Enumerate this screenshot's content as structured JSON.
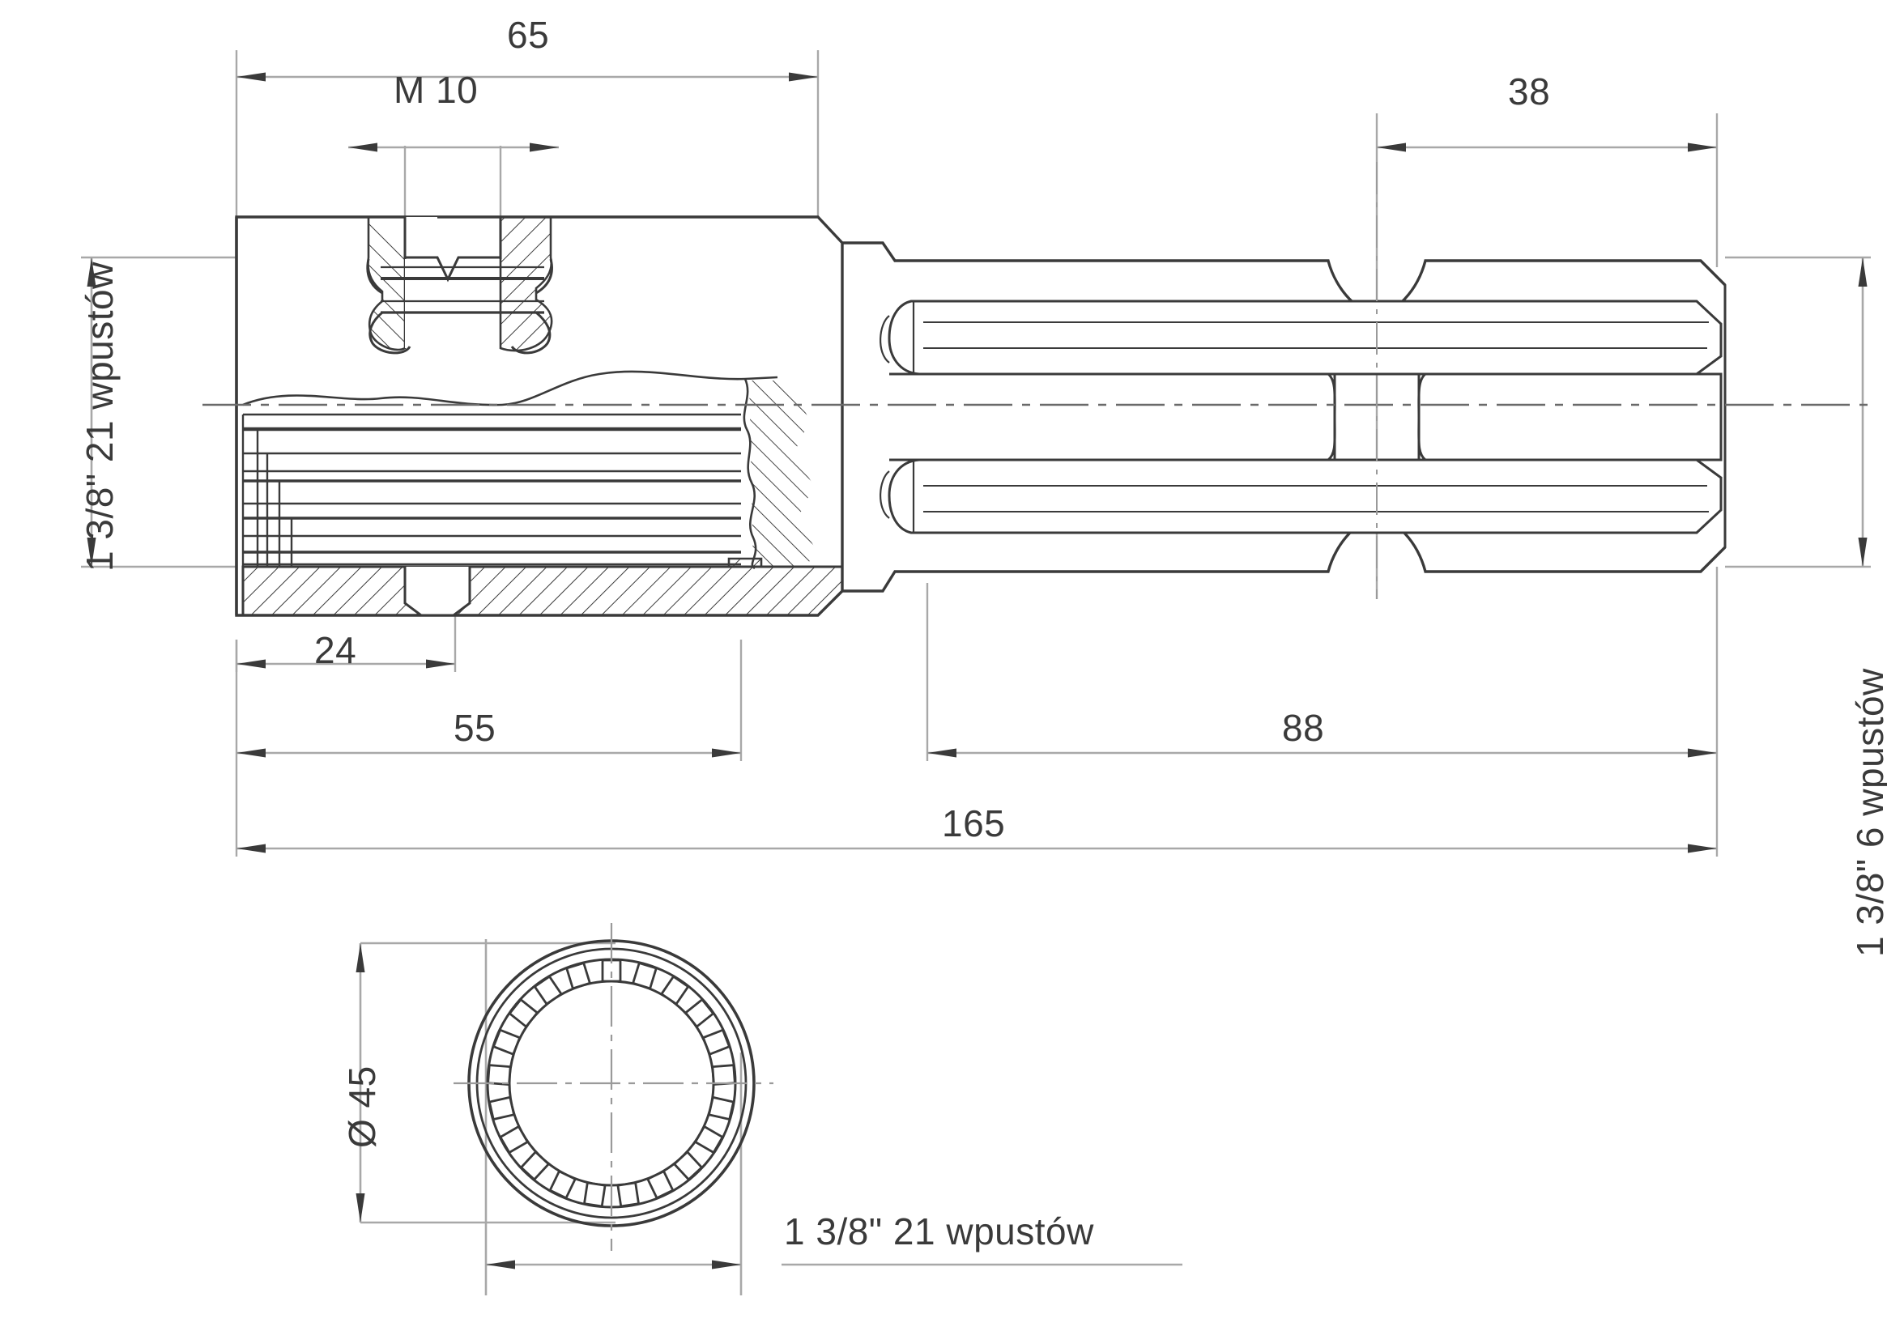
{
  "drawing": {
    "type": "engineering-technical-drawing",
    "subject": "PTO driveshaft adapter / spline sleeve",
    "projection": "section view with end view",
    "units": "mm",
    "line_color": "#3a3a3a",
    "dim_line_color": "#a8a8a8",
    "background": "#ffffff"
  },
  "dimensions": {
    "top_overall_body": "65",
    "thread": "M 10",
    "right_spline_length": "38",
    "internal_bore_depth": "24",
    "internal_spline_length": "55",
    "shaft_length": "88",
    "total_length": "165",
    "outer_diameter": "Ø 45"
  },
  "labels": {
    "left_spline": "1 3/8\" 21 wpustów",
    "right_spline": "1 3/8\" 6 wpustów",
    "bottom_spline": "1 3/8\" 21 wpustów"
  },
  "chart_data": {
    "type": "table",
    "title": "Spline shaft adapter dimensions",
    "categories": [
      "65",
      "M 10",
      "38",
      "24",
      "55",
      "88",
      "165",
      "Ø 45"
    ],
    "values": [
      65,
      10,
      38,
      24,
      55,
      88,
      165,
      45
    ],
    "annotations": [
      "1 3/8\" 21 wpustów",
      "1 3/8\" 6 wpustów",
      "1 3/8\" 21 wpustów"
    ],
    "xlabel": "",
    "ylabel": "",
    "grid": false
  }
}
